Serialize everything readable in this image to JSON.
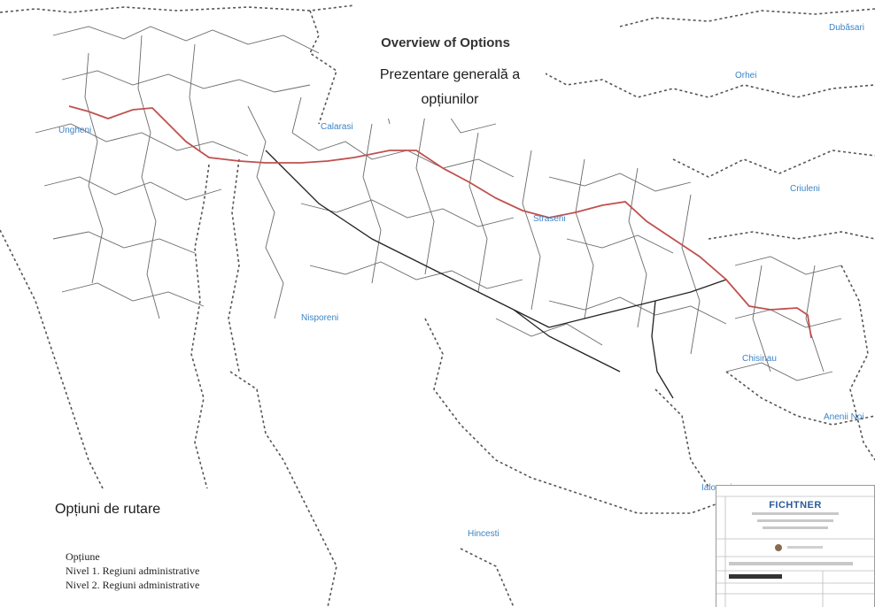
{
  "title": {
    "en": "Overview of Options",
    "ro_line1": "Prezentare generală a",
    "ro_line2": "opțiunilor"
  },
  "regions": [
    {
      "id": "dubasari",
      "label": "Dubăsari"
    },
    {
      "id": "orhei",
      "label": "Orhei"
    },
    {
      "id": "ungheni",
      "label": "Ungheni"
    },
    {
      "id": "calarasi",
      "label": "Calarasi"
    },
    {
      "id": "criuleni",
      "label": "Criuleni"
    },
    {
      "id": "straseni",
      "label": "Straseni"
    },
    {
      "id": "nisporeni",
      "label": "Nisporeni"
    },
    {
      "id": "chisinau",
      "label": "Chisinau"
    },
    {
      "id": "anenii",
      "label": "Anenii Noi"
    },
    {
      "id": "ialoveni",
      "label": "Ialoveni"
    },
    {
      "id": "hincesti",
      "label": "Hincesti"
    }
  ],
  "legend": {
    "title": "Opțiuni de rutare",
    "items": [
      {
        "label": "Opțiune",
        "symbol": "red-line"
      },
      {
        "label": "Nivel 1. Regiuni administrative",
        "symbol": "solid-box"
      },
      {
        "label": "Nivel 2. Regiuni administrative",
        "symbol": "dotted-box"
      }
    ]
  },
  "title_block": {
    "company": "FICHTNER"
  },
  "colors": {
    "route": "#c0504d",
    "boundary": "#555555",
    "region_label": "#3d83c6",
    "logo": "#2a5b9c"
  }
}
